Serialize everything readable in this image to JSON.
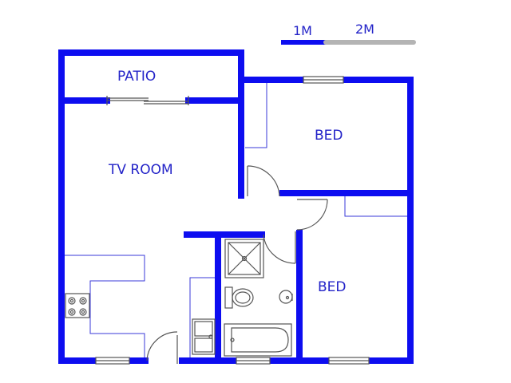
{
  "scale_bar": {
    "label_1": "1M",
    "label_2": "2M",
    "colors": {
      "first_meter": "#0d0df0",
      "second_meter": "#b4b4b4"
    }
  },
  "rooms": {
    "patio": "PATIO",
    "tv_room": "TV ROOM",
    "bed_1": "BED",
    "bed_2": "BED"
  },
  "colors": {
    "wall": "#0d0df0",
    "text": "#2323c8",
    "fixture": "#555555"
  }
}
